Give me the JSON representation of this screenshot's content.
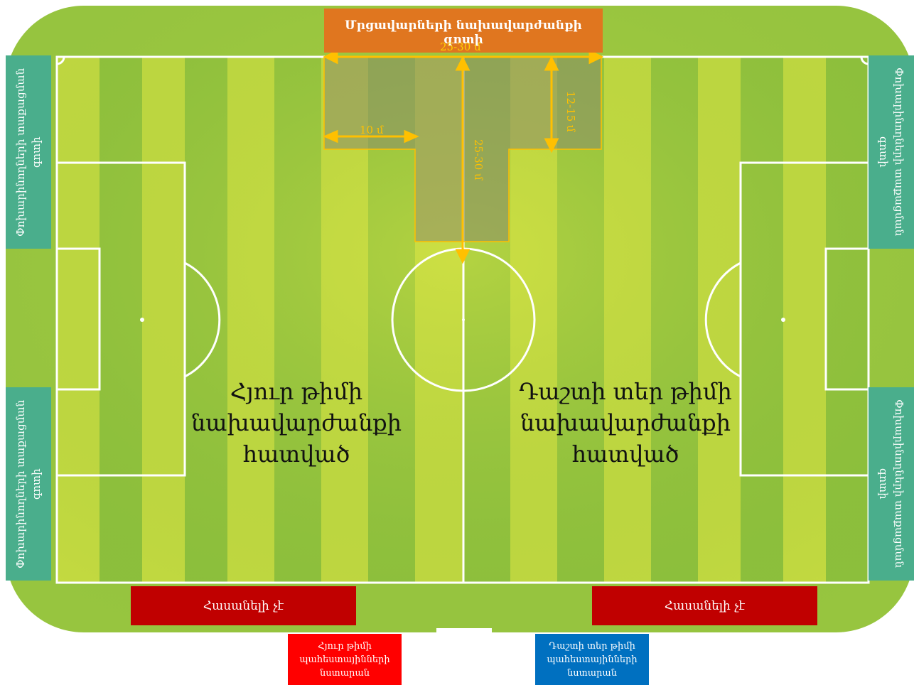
{
  "warmup_zone": {
    "title": "Մրցավարների նախավարժանքի գոտի",
    "width_label": "25-30 մ",
    "side_label": "10 մ",
    "depth_label": "12-15 մ",
    "length_label": "25-30 մ"
  },
  "side_panels": {
    "top_left": "Փոխարինողների տաքացման գոտի",
    "bottom_left": "Փոխարինողների տաքացման գոտի",
    "top_right": "Փոխարինողների տաքացման գոտի",
    "bottom_right": "Փոխարինողների տաքացման գոտի"
  },
  "halves": {
    "away": "Հյուր թիմի նախավարժանքի հատված",
    "home": "Դաշտի տեր թիմի նախավարժանքի հատված"
  },
  "unavailable": {
    "left": "Հասանելի չէ",
    "right": "Հասանելի չէ"
  },
  "benches": {
    "away": "Հյուր թիմի պահեստայինների նստարան",
    "home": "Դաշտի տեր թիմի պահեստայինների նստարան"
  },
  "colors": {
    "grass_light": "#c6dc3f",
    "grass_dark": "#86bb3c",
    "zone_title": "#e0761f",
    "warmup_panel": "#4aae8c",
    "unavailable": "#c00000",
    "away_bench": "#ff0000",
    "home_bench": "#0070c0",
    "dimension": "#ffc000"
  }
}
